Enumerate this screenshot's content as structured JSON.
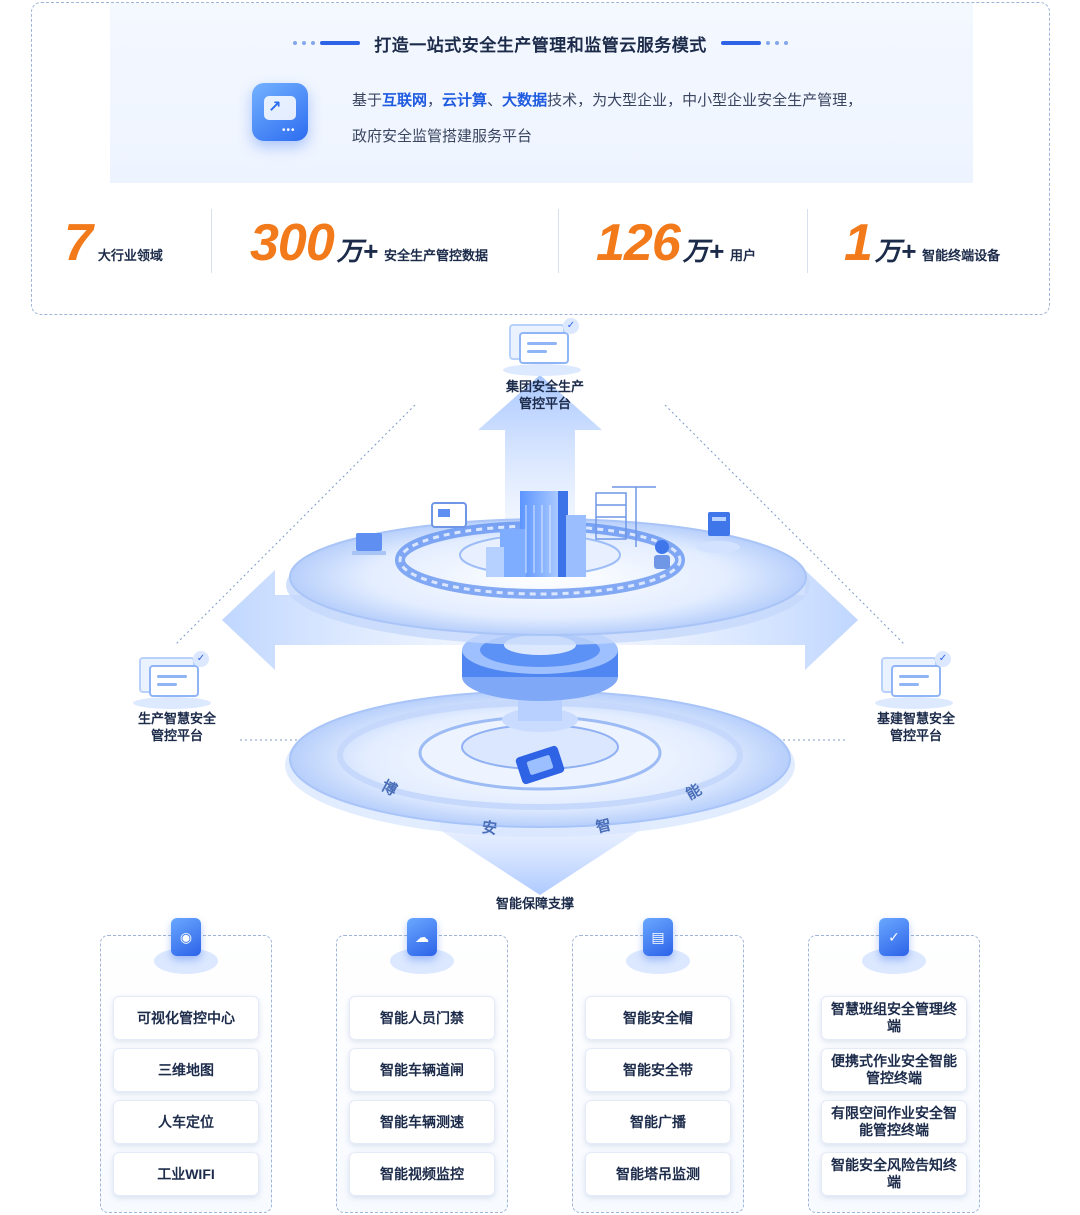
{
  "header": {
    "title": "打造一站式安全生产管理和监管云服务模式",
    "intro_parts": [
      {
        "text": "基于",
        "hl": false
      },
      {
        "text": "互联网",
        "hl": true
      },
      {
        "text": "，",
        "hl": false
      },
      {
        "text": "云计算",
        "hl": true
      },
      {
        "text": "、",
        "hl": false
      },
      {
        "text": "大数据",
        "hl": true
      },
      {
        "text": "技术，为大型企业，中小型企业安全生产管理，",
        "hl": false
      }
    ],
    "intro_line2": "政府安全监管搭建服务平台"
  },
  "stats": [
    {
      "number": "7",
      "unit": "",
      "label": "大行业领域"
    },
    {
      "number": "300",
      "unit": "万+",
      "label": "安全生产管控数据"
    },
    {
      "number": "126",
      "unit": "万+",
      "label": "用户"
    },
    {
      "number": "1",
      "unit": "万+",
      "label": "智能终端设备"
    }
  ],
  "diagram": {
    "top_node": {
      "line1": "集团安全生产",
      "line2": "管控平台"
    },
    "left_node": {
      "line1": "生产智慧安全",
      "line2": "管控平台"
    },
    "right_node": {
      "line1": "基建智慧安全",
      "line2": "管控平台"
    },
    "ring_chars": [
      "博",
      "安",
      "智",
      "能"
    ],
    "support_label": "智能保障支撑"
  },
  "columns": [
    {
      "icon": "visual-center-icon",
      "items": [
        "可视化管控中心",
        "三维地图",
        "人车定位",
        "工业WIFI"
      ]
    },
    {
      "icon": "cloud-gate-icon",
      "items": [
        "智能人员门禁",
        "智能车辆道闸",
        "智能车辆测速",
        "智能视频监控"
      ]
    },
    {
      "icon": "helmet-server-icon",
      "items": [
        "智能安全帽",
        "智能安全带",
        "智能广播",
        "智能塔吊监测"
      ]
    },
    {
      "icon": "shield-check-icon",
      "items": [
        "智慧班组安全管理终端",
        "便携式作业安全智能管控终端",
        "有限空间作业安全智能管控终端",
        "智能安全风险告知终端"
      ]
    }
  ],
  "colors": {
    "accent": "#2f63e6",
    "number": "#f27a1a",
    "text": "#1c2b4a"
  }
}
